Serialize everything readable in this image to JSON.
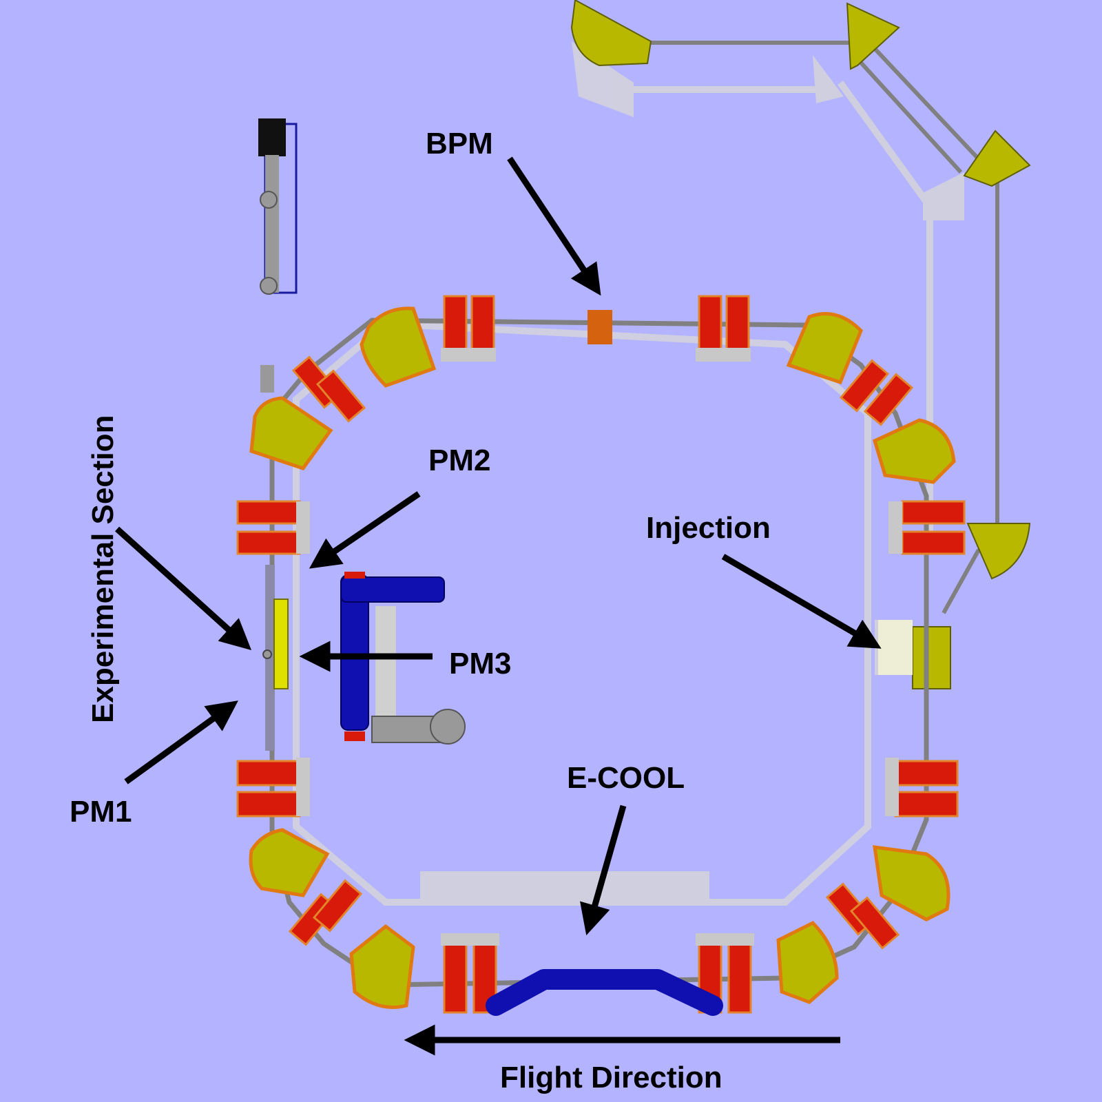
{
  "labels": {
    "bpm": "BPM",
    "pm2": "PM2",
    "pm3": "PM3",
    "pm1": "PM1",
    "injection": "Injection",
    "ecool": "E-COOL",
    "flight_direction": "Flight Direction",
    "experimental_section": "Experimental Section"
  },
  "colors": {
    "background": "#b3b3ff",
    "dipole": "#b8b800",
    "dipole_edge": "#e07a10",
    "quadrupole": "#d81a0a",
    "quadrupole_edge": "#e3842a",
    "beam_pipe": "#808080",
    "bpm": "#d4620e",
    "cooler_pipe": "#1010b0",
    "ghost": "#e6e6c8",
    "arrow": "#000000"
  }
}
